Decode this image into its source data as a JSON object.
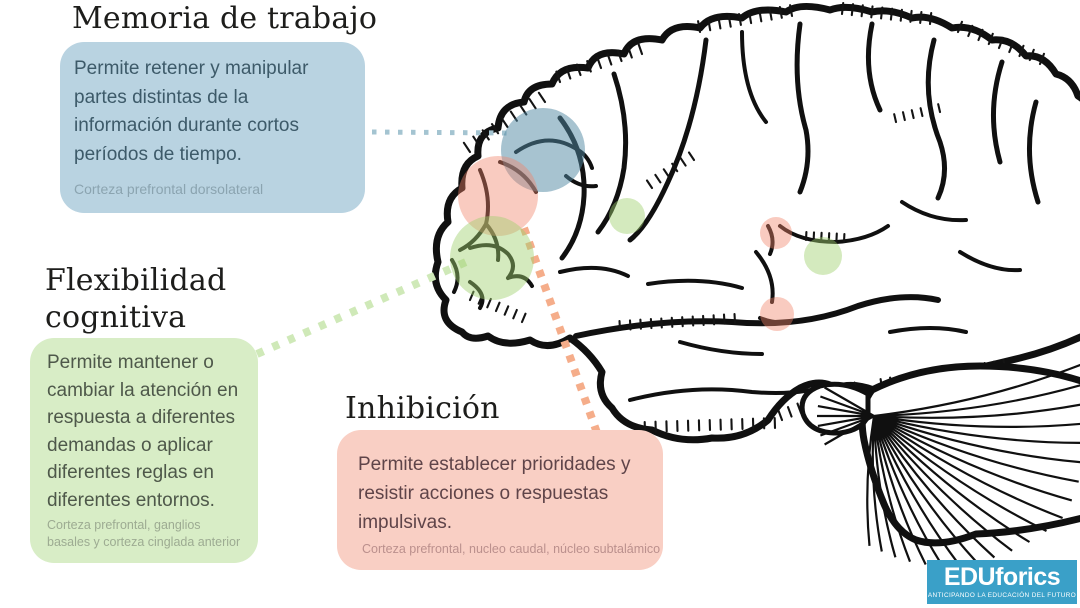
{
  "cards": {
    "working_memory": {
      "title": "Memoria de trabajo",
      "description": "Permite retener y manipular partes distintas de la información durante cortos períodos de tiempo.",
      "region_label": "Corteza prefrontal dorsolateral",
      "bg": "#b9d3e1",
      "text_color": "#3d5a69"
    },
    "cognitive_flexibility": {
      "title": "Flexibilidad cognitiva",
      "description": "Permite mantener o cambiar la atención en respuesta a diferentes demandas o aplicar diferentes reglas en diferentes entornos.",
      "region_label": "Corteza prefrontal, ganglios basales y corteza cinglada anterior",
      "bg": "#d8edc6",
      "text_color": "#4e584a"
    },
    "inhibition": {
      "title": "Inhibición",
      "description": "Permite establecer prioridades y resistir acciones o respuestas impulsivas.",
      "region_label": "Corteza prefrontal, nucleo caudal, núcleo subtalámico",
      "bg": "#f9cfc4",
      "text_color": "#5f4449"
    }
  },
  "brain": {
    "stroke_color": "#101010",
    "highlights": [
      {
        "name": "working-memory-region",
        "color": "#4f87a2"
      },
      {
        "name": "inhibition-frontal-region",
        "color": "#f08268"
      },
      {
        "name": "flexibility-frontal-region",
        "color": "#9fd06e"
      },
      {
        "name": "flexibility-small-region-1",
        "color": "#9fd06e"
      },
      {
        "name": "inhibition-mid-region-1",
        "color": "#f08268"
      },
      {
        "name": "flexibility-small-region-2",
        "color": "#9fd06e"
      },
      {
        "name": "inhibition-mid-region-2",
        "color": "#f08268"
      }
    ],
    "connectors": [
      {
        "name": "working-memory-connector",
        "color": "#a4c4d1"
      },
      {
        "name": "flexibility-connector",
        "color": "#cfe9b8"
      },
      {
        "name": "inhibition-connector",
        "color": "#f5ad8a"
      }
    ]
  },
  "logo": {
    "name": "EDUforics",
    "tagline": "ANTICIPANDO LA EDUCACIÓN DEL FUTURO",
    "bg": "#3aa0c8"
  }
}
